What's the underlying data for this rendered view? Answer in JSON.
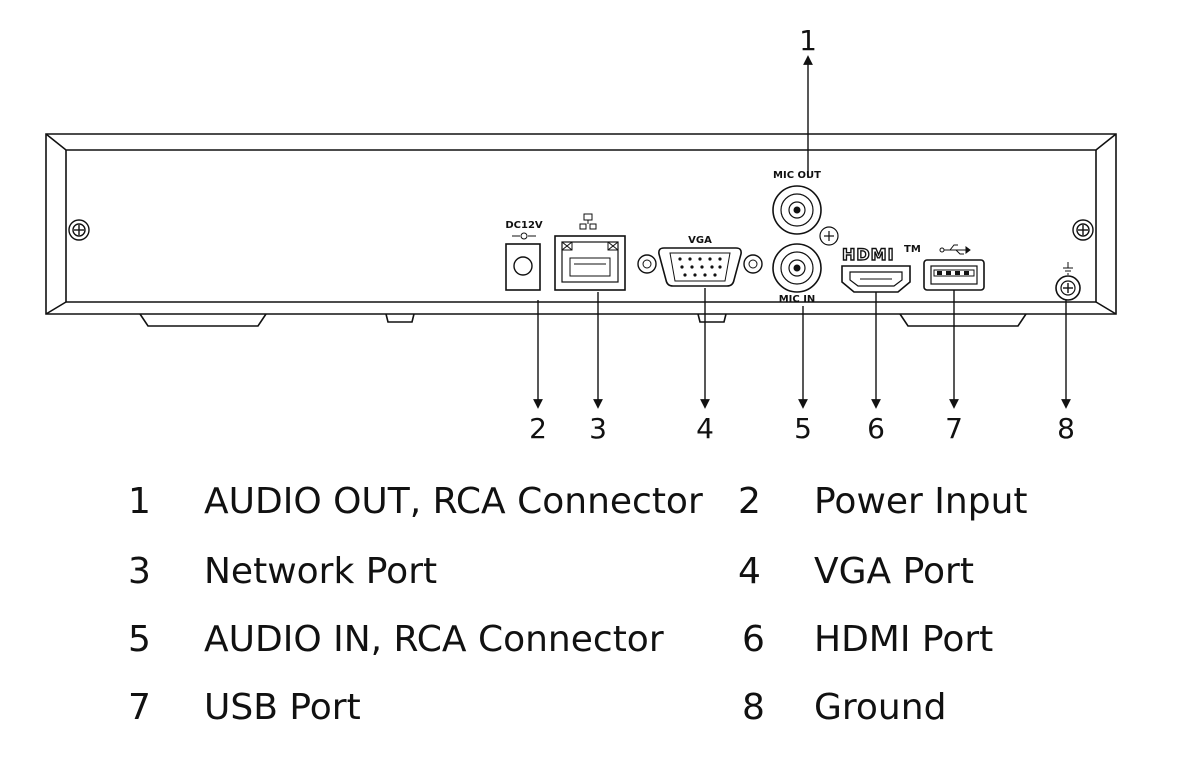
{
  "device_labels": {
    "mic_out": "MIC OUT",
    "mic_in": "MIC IN",
    "vga": "VGA",
    "dc": "DC12V",
    "hdmi": "HDMI",
    "hdmi_tm": "TM"
  },
  "callouts": [
    "1",
    "2",
    "3",
    "4",
    "5",
    "6",
    "7",
    "8"
  ],
  "legend": [
    {
      "num": "1",
      "text": "AUDIO OUT, RCA Connector"
    },
    {
      "num": "2",
      "text": "Power Input"
    },
    {
      "num": "3",
      "text": "Network Port"
    },
    {
      "num": "4",
      "text": "VGA Port"
    },
    {
      "num": "5",
      "text": "AUDIO IN, RCA Connector"
    },
    {
      "num": "6",
      "text": "HDMI Port"
    },
    {
      "num": "7",
      "text": "USB Port"
    },
    {
      "num": "8",
      "text": "Ground"
    }
  ]
}
